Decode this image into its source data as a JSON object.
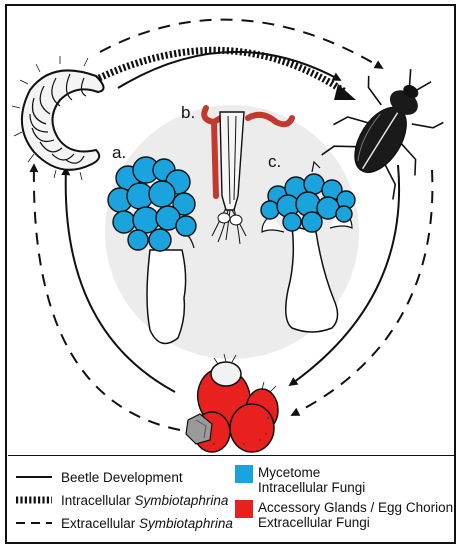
{
  "panels": {
    "a": "a.",
    "b": "b.",
    "c": "c."
  },
  "legend": {
    "solid": "Beetle Development",
    "intracellular_prefix": "Intracellular ",
    "intracellular_italic": "Symbiotaphrina",
    "extracellular_prefix": "Extracellular ",
    "extracellular_italic": "Symbiotaphrina",
    "blue_line1": "Mycetome",
    "blue_line2": "Intracellular Fungi",
    "red_line1": "Accessory Glands / Egg Chorion",
    "red_line2": "Extracellular Fungi"
  },
  "colors": {
    "mycetome_blue": "#1aa3dd",
    "accessory_red": "#e8211e",
    "gut_red": "#c23a2e",
    "circle_gray": "#ececec",
    "ink": "#111111"
  },
  "icons": [
    "larva-icon",
    "adult-beetle-icon",
    "egg-cluster-icon",
    "mycetome-a-icon",
    "ovipositor-b-icon",
    "mycetome-c-icon"
  ]
}
